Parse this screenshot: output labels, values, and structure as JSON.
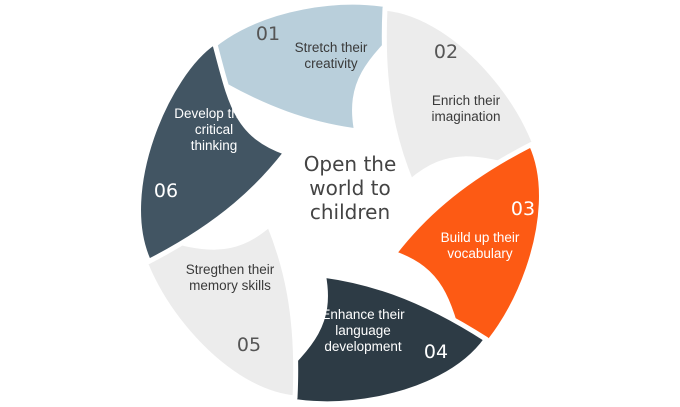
{
  "center": {
    "lines": [
      "Open the",
      "world to",
      "children"
    ]
  },
  "steps": [
    {
      "num": "01",
      "lines": [
        "Stretch their",
        "creativity"
      ],
      "color": "#b9cfdb",
      "text_color": "#3a3a3a",
      "num_color": "#555555"
    },
    {
      "num": "02",
      "lines": [
        "Enrich their",
        "imagination"
      ],
      "color": "#ececec",
      "text_color": "#3a3a3a",
      "num_color": "#555555"
    },
    {
      "num": "03",
      "lines": [
        "Build up their",
        "vocabulary"
      ],
      "color": "#fd5a14",
      "text_color": "#ffffff",
      "num_color": "#ffffff"
    },
    {
      "num": "04",
      "lines": [
        "Enhance their",
        "language",
        "development"
      ],
      "color": "#2d3b45",
      "text_color": "#ffffff",
      "num_color": "#ffffff"
    },
    {
      "num": "05",
      "lines": [
        "Stregthen their",
        "memory skills"
      ],
      "color": "#ececec",
      "text_color": "#3a3a3a",
      "num_color": "#555555"
    },
    {
      "num": "06",
      "lines": [
        "Develop their",
        "critical",
        "thinking"
      ],
      "color": "#425563",
      "text_color": "#ffffff",
      "num_color": "#ffffff"
    }
  ]
}
